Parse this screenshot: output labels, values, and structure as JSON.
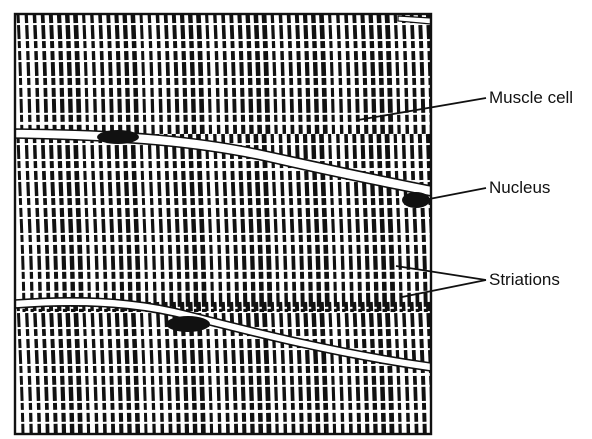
{
  "labels": {
    "muscle_cell": "Muscle cell",
    "nucleus": "Nucleus",
    "striations": "Striations"
  },
  "colors": {
    "ink": "#111111",
    "paper": "#ffffff"
  }
}
